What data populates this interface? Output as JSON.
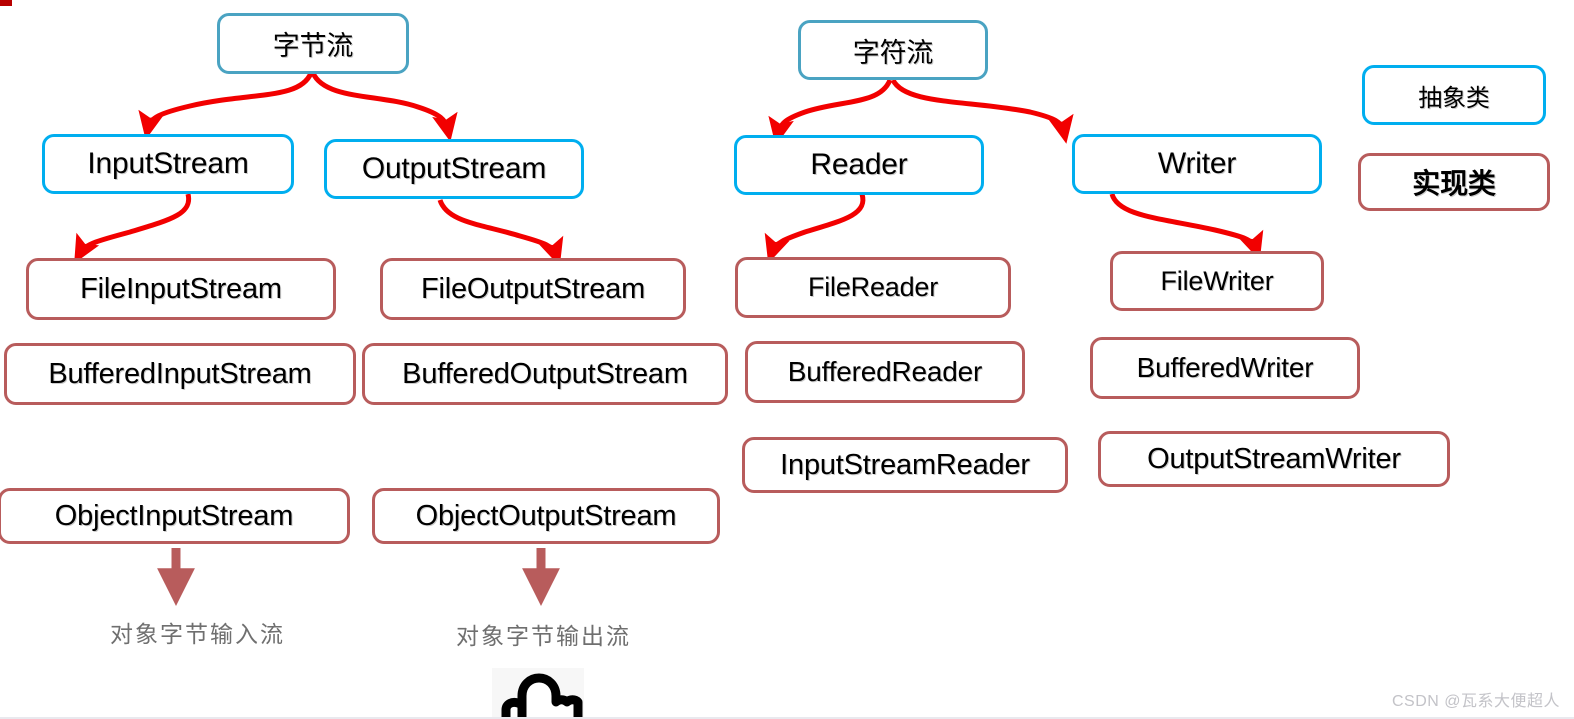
{
  "diagram": {
    "title_byte_stream": "字节流",
    "title_char_stream": "字符流",
    "legend": {
      "abstract": "抽象类",
      "impl": "实现类"
    },
    "nodes": {
      "byte_stream": "字节流",
      "char_stream": "字符流",
      "input_stream": "InputStream",
      "output_stream": "OutputStream",
      "reader": "Reader",
      "writer": "Writer",
      "file_input_stream": "FileInputStream",
      "file_output_stream": "FileOutputStream",
      "file_reader": "FileReader",
      "file_writer": "FileWriter",
      "buffered_input_stream": "BufferedInputStream",
      "buffered_output_stream": "BufferedOutputStream",
      "buffered_reader": "BufferedReader",
      "buffered_writer": "BufferedWriter",
      "input_stream_reader": "InputStreamReader",
      "output_stream_writer": "OutputStreamWriter",
      "object_input_stream": "ObjectInputStream",
      "object_output_stream": "ObjectOutputStream"
    },
    "leaf_labels": {
      "object_input": "对象字节输入流",
      "object_output": "对象字节输出流"
    },
    "colors": {
      "abstract_top_border": "#4aa3c2",
      "abstract_border": "#00aeef",
      "impl_border": "#b85c5c",
      "arrow": "#f20000",
      "down_arrow": "#b85c5c",
      "corner_mark": "#b80000",
      "leaf_label_text": "#6f6f6f",
      "watermark_text": "#c3c3c8"
    }
  },
  "watermark": {
    "text": "CSDN @瓦系大便超人"
  },
  "cursor": {
    "icon": "pointing-hand-cursor"
  }
}
